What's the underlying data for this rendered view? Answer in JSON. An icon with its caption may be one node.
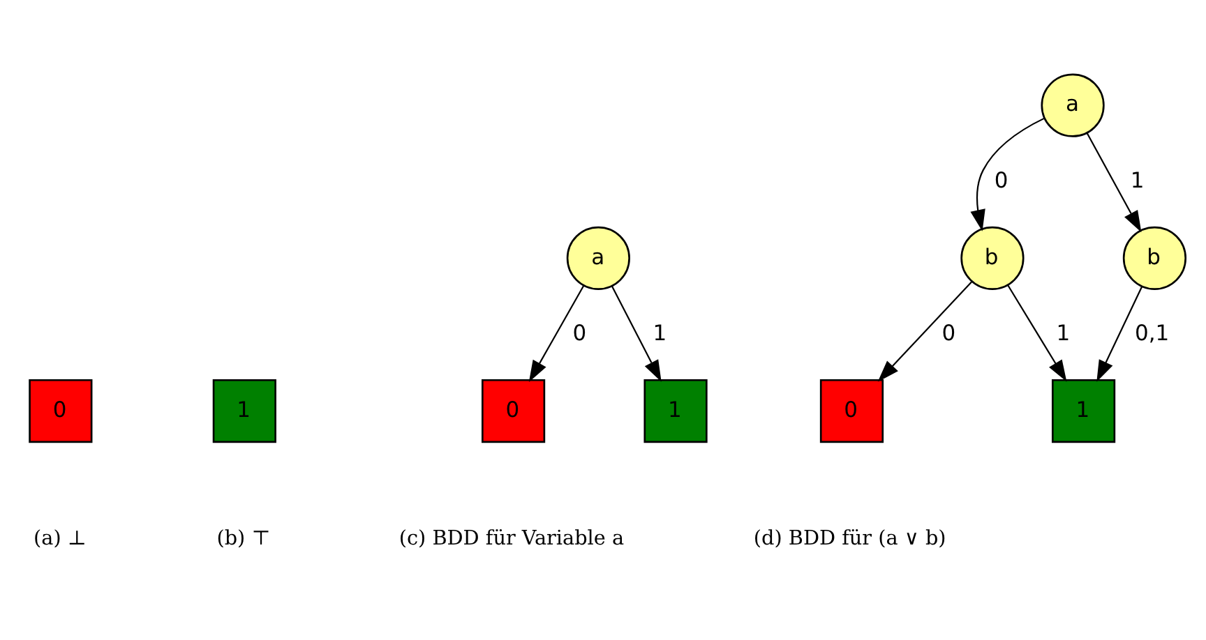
{
  "diagram": {
    "nodes": [
      {
        "text": [
          "0"
        ]
      },
      {
        "text": [
          "1"
        ]
      },
      {
        "text": [
          "a"
        ]
      },
      {
        "text": [
          "0"
        ]
      },
      {
        "text": [
          "1"
        ]
      },
      {
        "text": [
          "a"
        ]
      },
      {
        "text": [
          "b"
        ]
      },
      {
        "text": [
          "b"
        ]
      },
      {
        "text": [
          "0"
        ]
      },
      {
        "text": [
          "1"
        ]
      }
    ],
    "edges": [
      {
        "from": 2,
        "to": 3,
        "label": "0",
        "arrow": "to"
      },
      {
        "from": 2,
        "to": 4,
        "label": "1",
        "arrow": "to"
      },
      {
        "from": 5,
        "to": 6,
        "label": "0",
        "arrow": "to"
      },
      {
        "from": 5,
        "to": 7,
        "label": "1",
        "arrow": "to"
      },
      {
        "from": 6,
        "to": 8,
        "label": "0",
        "arrow": "to"
      },
      {
        "from": 6,
        "to": 9,
        "label": "1",
        "arrow": "to"
      },
      {
        "from": 7,
        "to": 9,
        "label": "0,1",
        "arrow": "to"
      }
    ],
    "labels": [
      "(a) ⊥",
      "(b) ⊤",
      "(c) BDD für Variable a",
      "(d) BDD für (a ∨ b)"
    ]
  }
}
